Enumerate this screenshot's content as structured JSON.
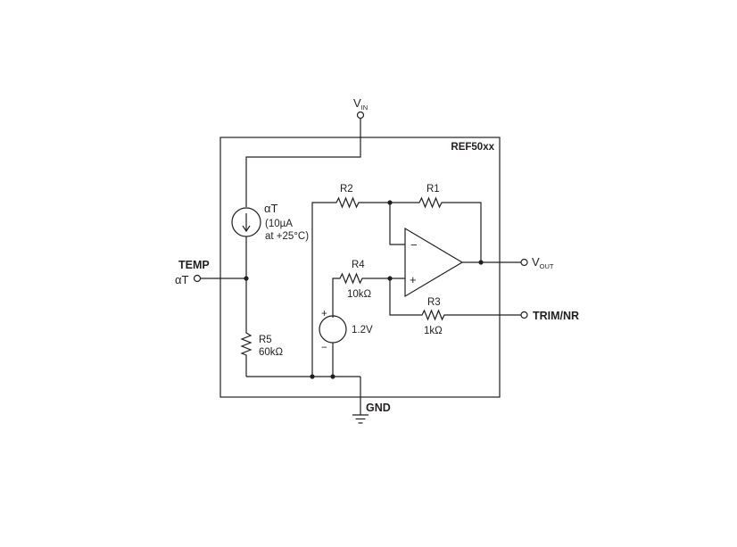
{
  "chip": {
    "name": "REF50xx"
  },
  "pins": {
    "vin": {
      "main": "V",
      "sub": "IN"
    },
    "vout": {
      "main": "V",
      "sub": "OUT"
    },
    "temp_name": "TEMP",
    "temp_symbol": "αT",
    "trim": "TRIM/NR",
    "gnd": "GND"
  },
  "current_source": {
    "symbol": "αT",
    "line1": "(10µA",
    "line2": "at +25°C)"
  },
  "resistors": {
    "r1": {
      "name": "R1"
    },
    "r2": {
      "name": "R2"
    },
    "r3": {
      "name": "R3",
      "value": "1kΩ"
    },
    "r4": {
      "name": "R4",
      "value": "10kΩ"
    },
    "r5": {
      "name": "R5",
      "value": "60kΩ"
    }
  },
  "reference": {
    "value": "1.2V",
    "plus": "+",
    "minus": "−"
  },
  "opamp": {
    "inverting": "−",
    "noninverting": "+"
  }
}
